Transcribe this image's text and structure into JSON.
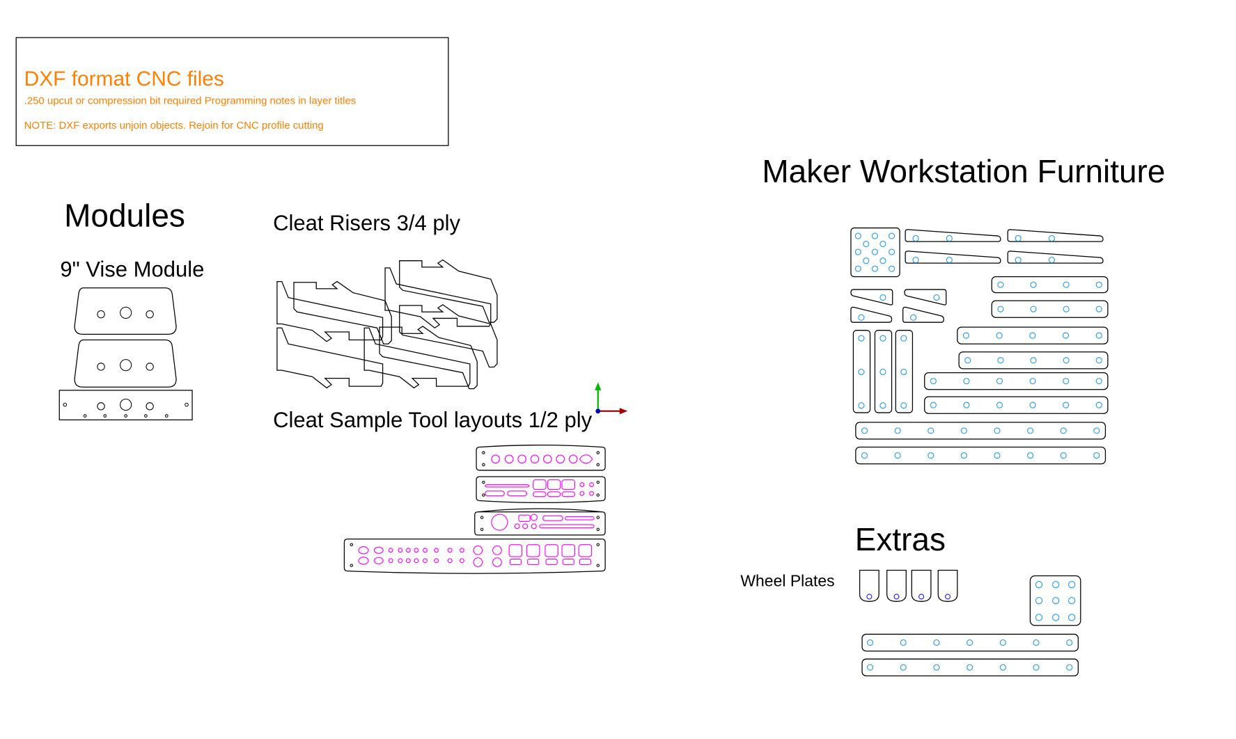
{
  "colors": {
    "note_text": "#ff7f00",
    "outline": "#000000",
    "hole_blue": "#2a9df4",
    "hole_dark_blue": "#2020ff",
    "hole_magenta": "#ff00ff",
    "axis_x": "#aa0000",
    "axis_y": "#00bb00",
    "axis_origin": "#0000aa"
  },
  "notes": {
    "title": "DXF format CNC files",
    "line1": ".250 upcut or compression bit required   Programming notes in layer titles",
    "line2": "NOTE: DXF exports unjoin objects. Rejoin for CNC profile cutting"
  },
  "sections": {
    "modules": {
      "title": "Modules",
      "subtitle": "9\" Vise Module"
    },
    "cleat_risers": {
      "title": "Cleat Risers 3/4 ply"
    },
    "cleat_samples": {
      "title": "Cleat Sample Tool layouts 1/2 ply"
    },
    "workstation": {
      "title": "Maker Workstation Furniture"
    },
    "extras": {
      "title": "Extras",
      "wheel_plates_label": "Wheel Plates"
    }
  }
}
